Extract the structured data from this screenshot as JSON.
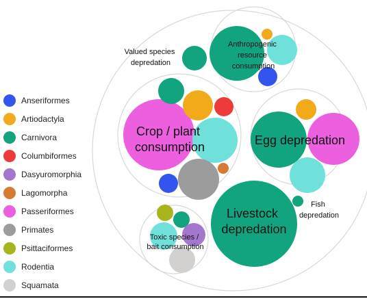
{
  "legend": [
    {
      "label": "Anseriformes",
      "color": "#3355ee"
    },
    {
      "label": "Artiodactyla",
      "color": "#f2aa1a"
    },
    {
      "label": "Carnivora",
      "color": "#11a47e"
    },
    {
      "label": "Columbiformes",
      "color": "#ee3a3a"
    },
    {
      "label": "Dasyuromorphia",
      "color": "#a277cc"
    },
    {
      "label": "Lagomorpha",
      "color": "#d67b33"
    },
    {
      "label": "Passeriformes",
      "color": "#ec5fde"
    },
    {
      "label": "Primates",
      "color": "#9c9c9c"
    },
    {
      "label": "Psittaciformes",
      "color": "#a8b41c"
    },
    {
      "label": "Rodentia",
      "color": "#6fe0da"
    },
    {
      "label": "Squamata",
      "color": "#d3d0d0"
    }
  ],
  "groups": {
    "anthropogenic": {
      "line1": "Anthropogenic",
      "line2": "resource",
      "line3": "consumption"
    },
    "valued": {
      "line1": "Valued species",
      "line2": "depredation"
    },
    "crop": {
      "line1": "Crop / plant",
      "line2": "consumption"
    },
    "egg": {
      "line1": "Egg depredation"
    },
    "livestock": {
      "line1": "Livestock",
      "line2": "depredation"
    },
    "fish": {
      "line1": "Fish",
      "line2": "depredation"
    },
    "toxic": {
      "line1": "Toxic species /",
      "line2": "bait consumption"
    }
  },
  "colors": {
    "outline": "#d8d8d8",
    "text": "#111111"
  }
}
